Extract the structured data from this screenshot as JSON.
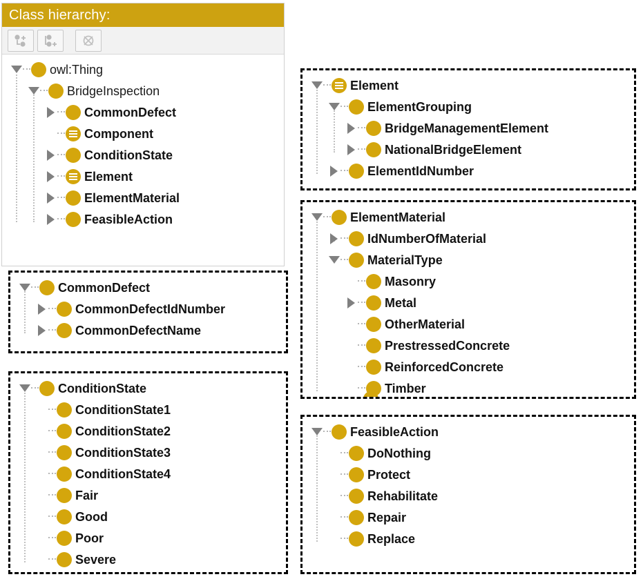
{
  "header": {
    "title": "Class hierarchy:",
    "bar_color": "#cda211",
    "text_color": "#ffffff"
  },
  "toolbar": {
    "buttons": [
      {
        "name": "add-subclass-button",
        "tooltip": "Add subclass"
      },
      {
        "name": "add-sibling-class-button",
        "tooltip": "Add sibling class"
      },
      {
        "name": "delete-class-button",
        "tooltip": "Delete selected class"
      }
    ]
  },
  "theme": {
    "node_color": "#d4a60c",
    "twisty_color": "#808080",
    "guide_color": "#c0c0c0",
    "label_color": "#121212",
    "panel_border": "#000000"
  },
  "panels": [
    {
      "id": "class-hierarchy-panel",
      "style": "solid",
      "nodes": [
        {
          "label": "owl:Thing",
          "depth": 0,
          "twisty": "down",
          "icon": "class",
          "root": true
        },
        {
          "label": "BridgeInspection",
          "depth": 1,
          "twisty": "down",
          "icon": "class",
          "root": true
        },
        {
          "label": "CommonDefect",
          "depth": 2,
          "twisty": "right",
          "icon": "class"
        },
        {
          "label": "Component",
          "depth": 2,
          "twisty": "none",
          "icon": "defined"
        },
        {
          "label": "ConditionState",
          "depth": 2,
          "twisty": "right",
          "icon": "class"
        },
        {
          "label": "Element",
          "depth": 2,
          "twisty": "right",
          "icon": "defined"
        },
        {
          "label": "ElementMaterial",
          "depth": 2,
          "twisty": "right",
          "icon": "class"
        },
        {
          "label": "FeasibleAction",
          "depth": 2,
          "twisty": "right",
          "icon": "class"
        }
      ]
    },
    {
      "id": "common-defect-panel",
      "style": "dashed",
      "nodes": [
        {
          "label": "CommonDefect",
          "depth": 0,
          "twisty": "down",
          "icon": "class"
        },
        {
          "label": "CommonDefectIdNumber",
          "depth": 1,
          "twisty": "right",
          "icon": "class"
        },
        {
          "label": "CommonDefectName",
          "depth": 1,
          "twisty": "right",
          "icon": "class"
        }
      ]
    },
    {
      "id": "condition-state-panel",
      "style": "dashed",
      "nodes": [
        {
          "label": "ConditionState",
          "depth": 0,
          "twisty": "down",
          "icon": "class"
        },
        {
          "label": "ConditionState1",
          "depth": 1,
          "twisty": "none",
          "icon": "class"
        },
        {
          "label": "ConditionState2",
          "depth": 1,
          "twisty": "none",
          "icon": "class"
        },
        {
          "label": "ConditionState3",
          "depth": 1,
          "twisty": "none",
          "icon": "class"
        },
        {
          "label": "ConditionState4",
          "depth": 1,
          "twisty": "none",
          "icon": "class"
        },
        {
          "label": "Fair",
          "depth": 1,
          "twisty": "none",
          "icon": "class"
        },
        {
          "label": "Good",
          "depth": 1,
          "twisty": "none",
          "icon": "class"
        },
        {
          "label": "Poor",
          "depth": 1,
          "twisty": "none",
          "icon": "class"
        },
        {
          "label": "Severe",
          "depth": 1,
          "twisty": "none",
          "icon": "class"
        }
      ]
    },
    {
      "id": "element-panel",
      "style": "dashed",
      "nodes": [
        {
          "label": "Element",
          "depth": 0,
          "twisty": "down",
          "icon": "defined"
        },
        {
          "label": "ElementGrouping",
          "depth": 1,
          "twisty": "down",
          "icon": "class"
        },
        {
          "label": "BridgeManagementElement",
          "depth": 2,
          "twisty": "right",
          "icon": "class"
        },
        {
          "label": "NationalBridgeElement",
          "depth": 2,
          "twisty": "right",
          "icon": "class"
        },
        {
          "label": "ElementIdNumber",
          "depth": 1,
          "twisty": "right",
          "icon": "class"
        }
      ]
    },
    {
      "id": "element-material-panel",
      "style": "dashed",
      "nodes": [
        {
          "label": "ElementMaterial",
          "depth": 0,
          "twisty": "down",
          "icon": "class"
        },
        {
          "label": "IdNumberOfMaterial",
          "depth": 1,
          "twisty": "right",
          "icon": "class"
        },
        {
          "label": "MaterialType",
          "depth": 1,
          "twisty": "down",
          "icon": "class"
        },
        {
          "label": "Masonry",
          "depth": 2,
          "twisty": "none",
          "icon": "class"
        },
        {
          "label": "Metal",
          "depth": 2,
          "twisty": "right",
          "icon": "class"
        },
        {
          "label": "OtherMaterial",
          "depth": 2,
          "twisty": "none",
          "icon": "class"
        },
        {
          "label": "PrestressedConcrete",
          "depth": 2,
          "twisty": "none",
          "icon": "class"
        },
        {
          "label": "ReinforcedConcrete",
          "depth": 2,
          "twisty": "none",
          "icon": "class"
        },
        {
          "label": "Timber",
          "depth": 2,
          "twisty": "none",
          "icon": "class"
        }
      ],
      "clipped_node": true
    },
    {
      "id": "feasible-action-panel",
      "style": "dashed",
      "nodes": [
        {
          "label": "FeasibleAction",
          "depth": 0,
          "twisty": "down",
          "icon": "class"
        },
        {
          "label": "DoNothing",
          "depth": 1,
          "twisty": "none",
          "icon": "class"
        },
        {
          "label": "Protect",
          "depth": 1,
          "twisty": "none",
          "icon": "class"
        },
        {
          "label": "Rehabilitate",
          "depth": 1,
          "twisty": "none",
          "icon": "class"
        },
        {
          "label": "Repair",
          "depth": 1,
          "twisty": "none",
          "icon": "class"
        },
        {
          "label": "Replace",
          "depth": 1,
          "twisty": "none",
          "icon": "class"
        }
      ]
    }
  ]
}
